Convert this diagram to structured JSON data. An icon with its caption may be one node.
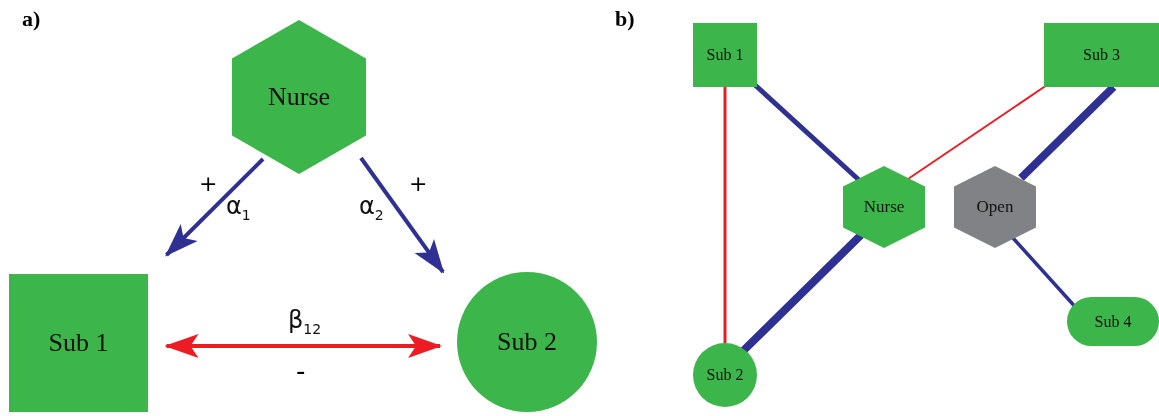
{
  "diagram": {
    "nodes": [
      {
        "text": [
          "Nurse"
        ]
      },
      {
        "text": [
          "Sub 1"
        ]
      },
      {
        "text": [
          "Sub 2"
        ]
      },
      {
        "text": [
          "Sub 1"
        ]
      },
      {
        "text": [
          "Sub 3"
        ]
      },
      {
        "text": [
          "Nurse"
        ]
      },
      {
        "text": [
          "Open"
        ]
      },
      {
        "text": [
          "Sub 4"
        ]
      },
      {
        "text": [
          "Sub 2"
        ]
      }
    ],
    "edges": [
      {
        "from": 0,
        "to": 1,
        "arrow": "to",
        "label": "α$_{1}$"
      },
      {
        "from": 0,
        "to": 2,
        "arrow": "to",
        "label": "α$_{2}$"
      },
      {
        "from": 1,
        "to": 2,
        "arrow": "both",
        "label": "β$_{12}$",
        "color": "#ed1c24"
      },
      {
        "from": 3,
        "to": 8,
        "arrow": "none",
        "color": "#ed1c24"
      },
      {
        "from": 3,
        "to": 5,
        "arrow": "none"
      },
      {
        "from": 4,
        "to": 5,
        "arrow": "none",
        "color": "#ed1c24"
      },
      {
        "from": 4,
        "to": 6,
        "arrow": "none",
        "style": "thick"
      },
      {
        "from": 5,
        "to": 8,
        "arrow": "none",
        "style": "thick"
      },
      {
        "from": 6,
        "to": 7,
        "arrow": "none"
      }
    ],
    "labels": [
      "a)",
      "+",
      "+",
      "-",
      "b)"
    ]
  }
}
